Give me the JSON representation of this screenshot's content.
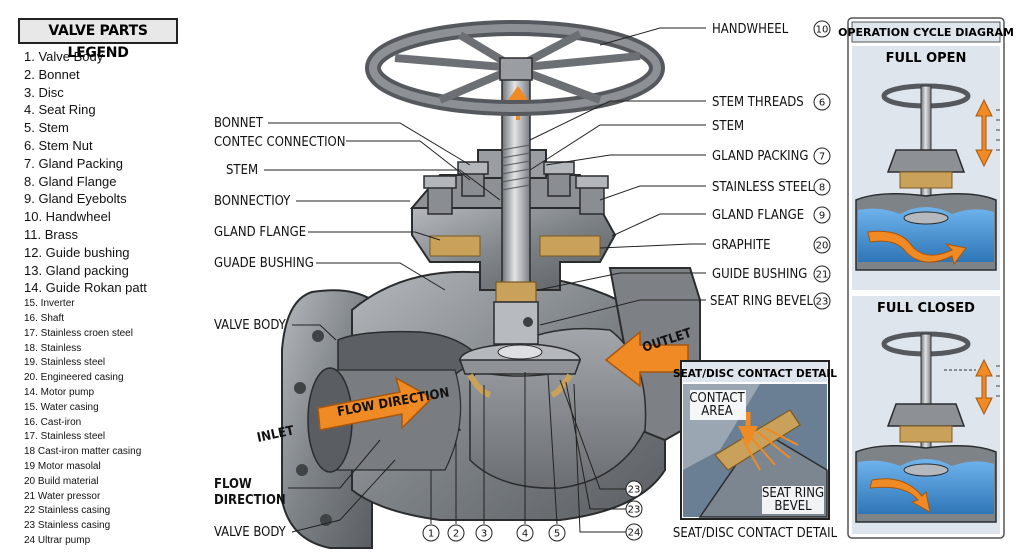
{
  "legend": {
    "title": "VALVE PARTS LEGEND",
    "items": [
      "1. Valve Body",
      "2. Bonnet",
      "3. Disc",
      "4. Seat Ring",
      "5. Stem",
      "6. Stem Nut",
      "7. Gland Packing",
      "8. Gland Flange",
      "9. Gland Eyebolts",
      "10. Handwheel",
      "11. Brass",
      "12. Guide bushing",
      "13. Gland packing",
      "14. Guide Rokan patt",
      "15. Inverter",
      "16. Shaft",
      "17. Stainless croen steel",
      "18. Stainless",
      "19. Stainless steel",
      "20. Engineered casing",
      "14. Motor pump",
      "15. Water casing",
      "16. Cast-iron",
      "17. Stainless steel",
      "18 Cast-iron matter casing",
      "19 Motor masolal",
      "20 Build material",
      "21 Water pressor",
      "22 Stainless casing",
      "23 Stainless casing",
      "24 Ultrar pump"
    ]
  },
  "left_labels": {
    "bonnet": "BONNET",
    "contec": "CONTEC CONNECTION",
    "stem": "STEM",
    "bonnectioy": "BONNECTIOY",
    "gland_flange": "GLAND FLANGE",
    "guade": "GUADE BUSHING",
    "valve_body_1": "VALVE BODY",
    "inlet": "INLET",
    "flow_direction_1": "FLOW",
    "flow_direction_2": "DIRECTION",
    "valve_body_2": "VALVE BODY"
  },
  "right_labels": {
    "handwheel": "HANDWHEEL",
    "handwheel_num": "10",
    "stem_threads": "STEM THREADS",
    "stem_threads_num": "6",
    "stem": "STEM",
    "gland_packing": "GLAND PACKING",
    "gland_packing_num": "7",
    "stainless": "STAINLESS STEEL",
    "stainless_num": "8",
    "gland_flange": "GLAND FLANGE",
    "gland_flange_num": "9",
    "graphite": "GRAPHITE",
    "graphite_num": "20",
    "guide_bushing": "GUIDE BUSHING",
    "guide_bushing_num": "21",
    "seat_ring_bevel": "SEAT RING BEVEL",
    "seat_ring_bevel_num": "23"
  },
  "body_text": {
    "flow_direction_arrow": "FLOW DIRECTION",
    "outlet": "OUTLET"
  },
  "bottom_numbers": [
    "1",
    "2",
    "3",
    "4",
    "5"
  ],
  "bottom_right_numbers": [
    "23",
    "23",
    "24"
  ],
  "detail": {
    "title": "SEAT/DISC CONTACT DETAIL",
    "contact_1": "CONTACT",
    "contact_2": "AREA",
    "bevel_1": "SEAT RING",
    "bevel_2": "BEVEL",
    "caption": "SEAT/DISC CONTACT DETAIL"
  },
  "cycle": {
    "title": "OPERATION CYCLE DIAGRAM",
    "full_open": "FULL OPEN",
    "full_closed": "FULL CLOSED"
  },
  "colors": {
    "metal": "#8a8e93",
    "metal_dark": "#4d5155",
    "metal_light": "#c3c6ca",
    "brass": "#c9a15a",
    "orange": "#f08a24",
    "water": "#3f8fd2",
    "panel_bg": "#dfe5ec"
  }
}
